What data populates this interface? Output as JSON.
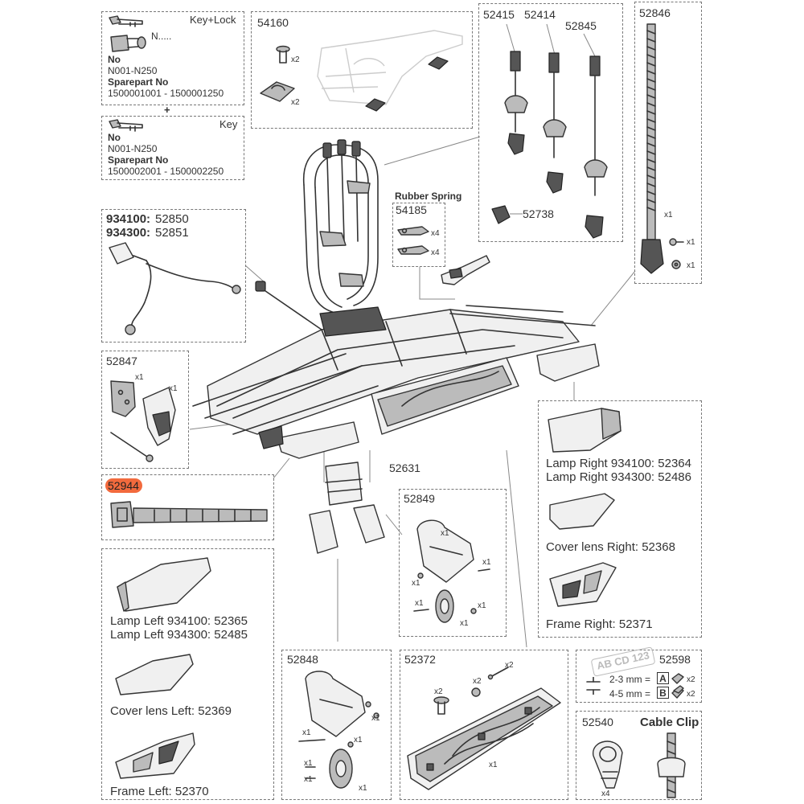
{
  "key_lock_box": {
    "title": "Key+Lock",
    "key_text": "N.....",
    "no_label": "No",
    "no_range": "N001-N250",
    "sparepart_label": "Sparepart No",
    "sparepart_range": "1500001001 - 1500001250"
  },
  "plus_sign": "+",
  "key_box": {
    "title": "Key",
    "no_label": "No",
    "no_range": "N001-N250",
    "sparepart_label": "Sparepart No",
    "sparepart_range": "1500002001 - 1500002250"
  },
  "cable_box": {
    "line1_model": "934100:",
    "line1_part": "52850",
    "line2_model": "934300:",
    "line2_part": "52851"
  },
  "parts": {
    "p54160": "54160",
    "p52415": "52415",
    "p52414": "52414",
    "p52845": "52845",
    "p52846": "52846",
    "p52738": "52738",
    "p54185": "54185",
    "rubber_spring": "Rubber Spring",
    "p52847": "52847",
    "p52944": "52944",
    "p52631": "52631",
    "p52849": "52849",
    "p52848": "52848",
    "p52372": "52372",
    "p52598": "52598",
    "p52540": "52540",
    "cable_clip": "Cable Clip"
  },
  "right_lamp_box": {
    "lamp_right_1": "Lamp Right 934100: 52364",
    "lamp_right_2": "Lamp Right 934300: 52486",
    "cover_lens_right": "Cover lens Right: 52368",
    "frame_right": "Frame Right: 52371"
  },
  "left_lamp_box": {
    "lamp_left_1": "Lamp Left 934100: 52365",
    "lamp_left_2": "Lamp Left 934300: 52485",
    "cover_lens_left": "Cover lens Left: 52369",
    "frame_left": "Frame Left: 52370"
  },
  "plate_box": {
    "plate_text": "AB CD 123",
    "spec1": "2-3 mm =",
    "letter_a": "A",
    "spec2": "4-5 mm =",
    "letter_b": "B"
  },
  "qty": {
    "x1": "x1",
    "x2": "x2",
    "x4": "x4"
  },
  "colors": {
    "highlight": "#f26a3d",
    "dashed_border": "#777777"
  }
}
